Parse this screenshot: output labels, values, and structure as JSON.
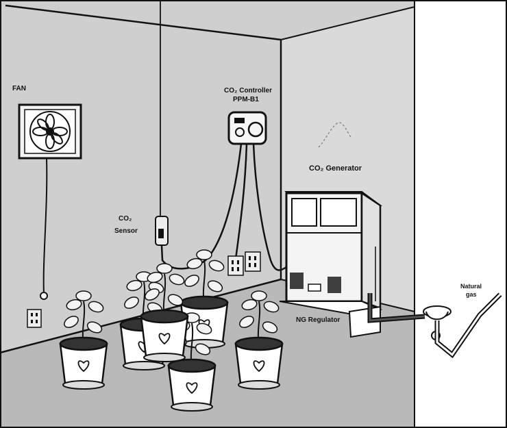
{
  "labels": {
    "fan": "FAN",
    "controller_line1": "CO₂ Controller",
    "controller_line2": "PPM-B1",
    "sensor_line1": "CO₂",
    "sensor_line2": "Sensor",
    "generator": "CO₂ Generator",
    "regulator": "NG Regulator",
    "gas_line1": "Natural",
    "gas_line2": "gas"
  },
  "colors": {
    "wall": "#cfcfcf",
    "right_wall": "#dadada",
    "floor": "#b9b9b9",
    "outline": "#111111",
    "outside": "#ffffff"
  },
  "plant_count": 6
}
